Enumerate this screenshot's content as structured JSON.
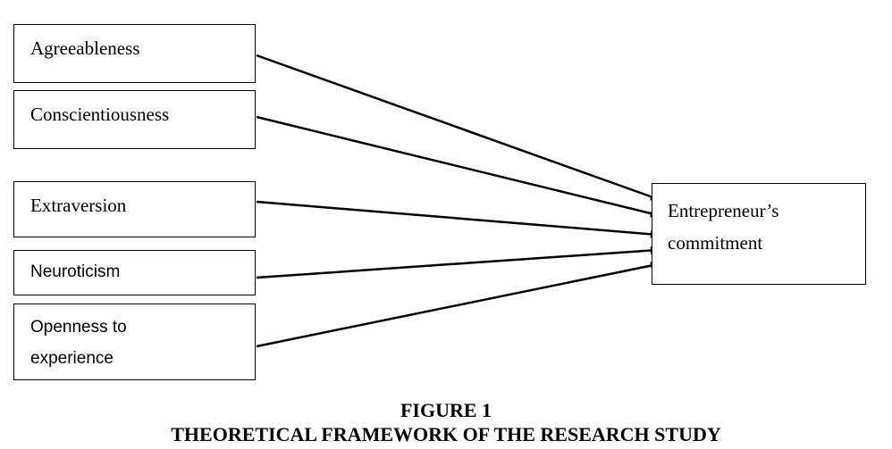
{
  "diagram": {
    "inputs": [
      {
        "label": "Agreeableness"
      },
      {
        "label": "Conscientiousness"
      },
      {
        "label": "Extraversion"
      },
      {
        "label": "Neuroticism"
      },
      {
        "label": "Openness to\nexperience"
      }
    ],
    "outcome": {
      "label": "Entrepreneur’s\ncommitment"
    },
    "colors": {
      "line": "#000000",
      "border": "#000000",
      "background": "#ffffff"
    }
  },
  "caption": {
    "figure": "FIGURE 1",
    "title": "THEORETICAL FRAMEWORK OF THE RESEARCH STUDY"
  }
}
